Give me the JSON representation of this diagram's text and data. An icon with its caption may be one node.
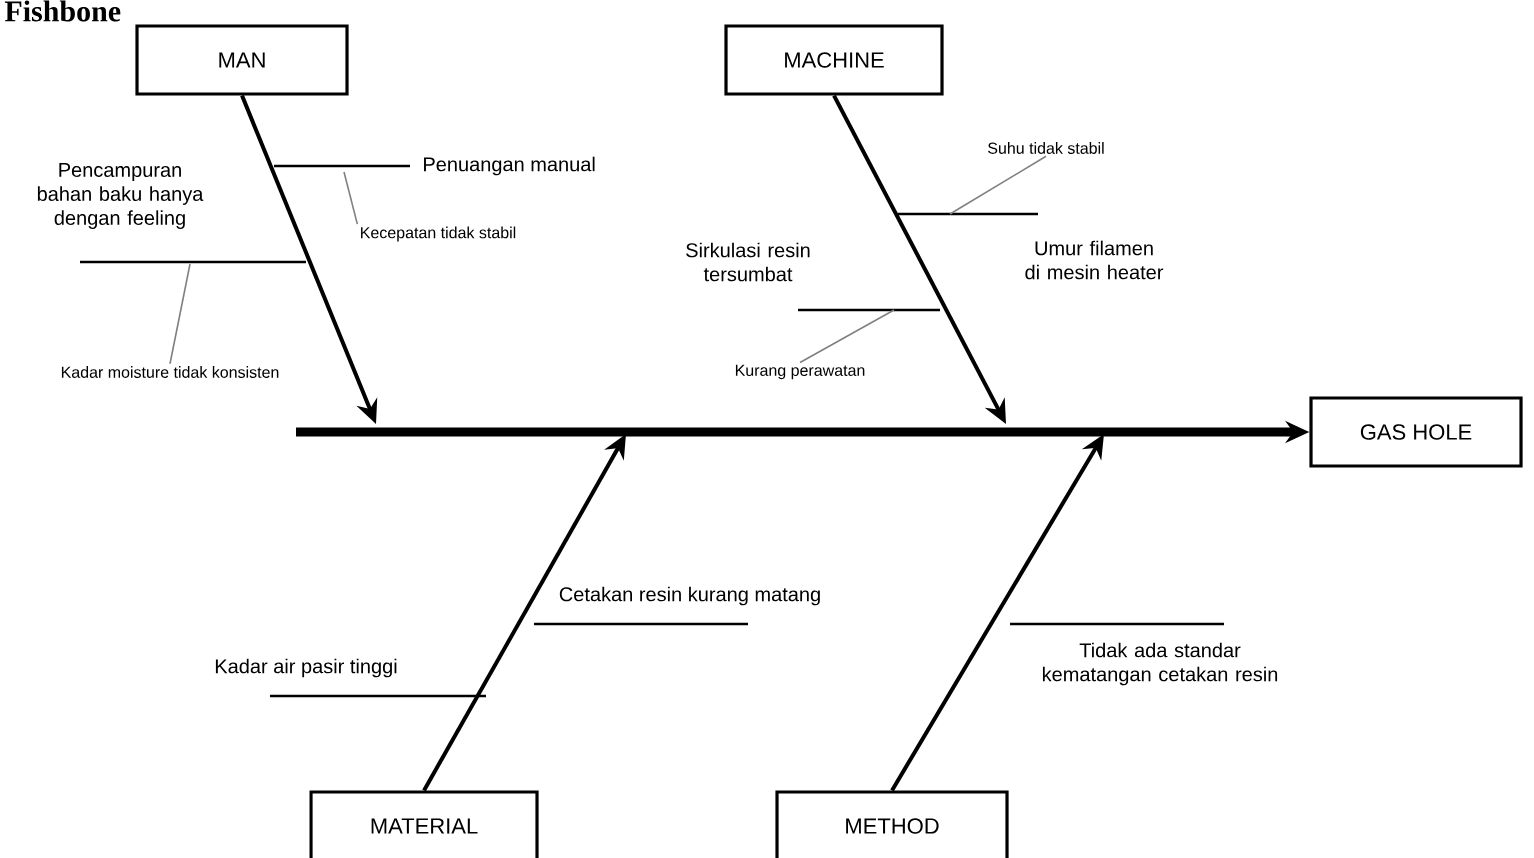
{
  "diagram": {
    "title": "Fishbone",
    "nodes": [
      {
        "text": [
          "MAN"
        ]
      },
      {
        "text": [
          "MACHINE"
        ]
      },
      {
        "text": [
          "MATERIAL"
        ]
      },
      {
        "text": [
          "METHOD"
        ]
      },
      {
        "text": [
          "GAS HOLE"
        ]
      },
      {
        "text": [
          "Kecepatan tidak stabil"
        ]
      },
      {
        "text": [
          "Kadar moisture tidak konsisten"
        ]
      },
      {
        "text": [
          "Suhu tidak stabil"
        ]
      },
      {
        "text": [
          "Kurang perawatan"
        ]
      }
    ],
    "edges": [
      {
        "from": null,
        "to": 4,
        "arrow": "to",
        "style": "thick"
      },
      {
        "from": 0,
        "to": null,
        "arrow": "to"
      },
      {
        "from": 1,
        "to": null,
        "arrow": "to"
      },
      {
        "from": 2,
        "to": null,
        "arrow": "to"
      },
      {
        "from": 3,
        "to": null,
        "arrow": "to"
      },
      {
        "from": 5,
        "to": null,
        "arrow": "none",
        "color": "#808080"
      },
      {
        "from": 6,
        "to": null,
        "arrow": "none",
        "color": "#808080"
      },
      {
        "from": 7,
        "to": null,
        "arrow": "none",
        "color": "#808080"
      },
      {
        "from": 8,
        "to": null,
        "arrow": "none",
        "color": "#808080"
      }
    ],
    "labels": [
      "Penuangan manual",
      "Pencampuran bahan baku hanya dengan feeling",
      "Sirkulasi resin tersumbat",
      "Umur filamen di mesin heater",
      "Cetakan resin kurang matang",
      "Kadar air pasir tinggi",
      "Tidak ada standar kematangan cetakan resin"
    ]
  }
}
